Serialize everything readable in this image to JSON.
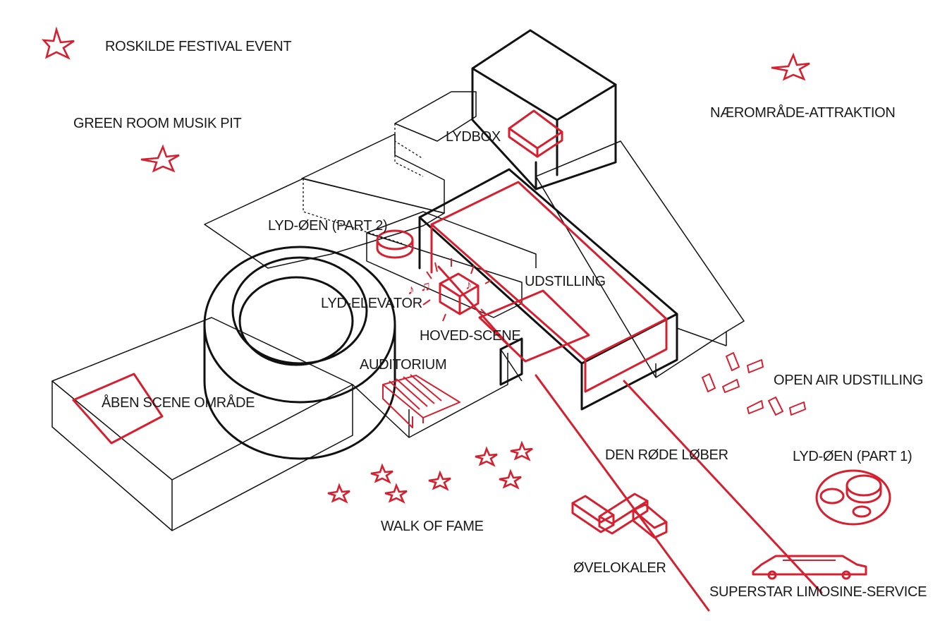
{
  "colors": {
    "accent": "#d6202f",
    "line": "#111111",
    "background": "#ffffff"
  },
  "legend": {
    "label": "ROSKILDE FESTIVAL EVENT",
    "icon": "star-icon"
  },
  "labels": {
    "green_room": "GREEN ROOM MUSIK PIT",
    "naeromraade": "NÆROMRÅDE-ATTRAKTION",
    "lydbox": "LYDBOX",
    "lyd_oen_2": "LYD-ØEN (PART 2)",
    "udstilling": "UDSTILLING",
    "lyd_elevator": "LYD-ELEVATOR",
    "hoved_scene": "HOVED-SCENE",
    "auditorium": "AUDITORIUM",
    "aaben_scene": "ÅBEN SCENE OMRÅDE",
    "open_air": "OPEN AIR UDSTILLING",
    "den_rode_lober": "DEN RØDE LØBER",
    "lyd_oen_1": "LYD-ØEN (PART 1)",
    "walk_of_fame": "WALK OF FAME",
    "ovelokaler": "ØVELOKALER",
    "limousine": "SUPERSTAR LIMOSINE-SERVICE"
  },
  "icons": [
    "star-icon",
    "music-note-icon",
    "limousine-icon"
  ]
}
